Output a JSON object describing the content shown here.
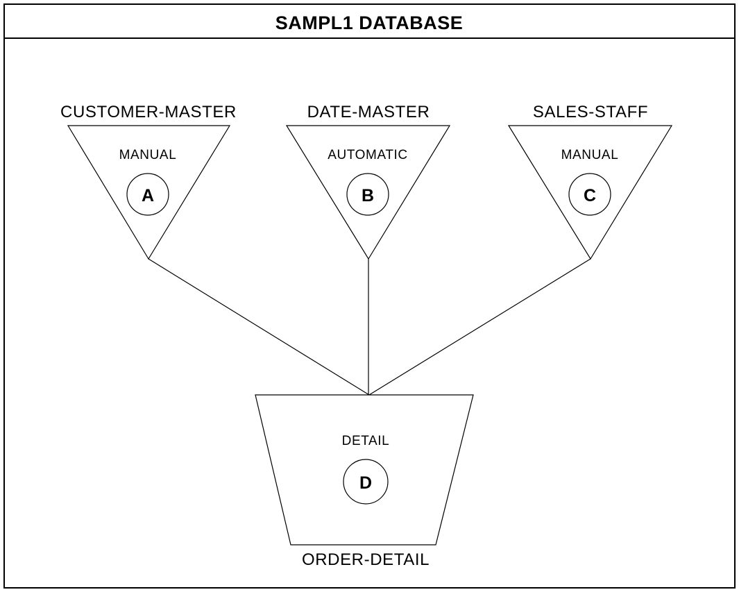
{
  "header": {
    "title": "SAMPL1 DATABASE"
  },
  "diagram": {
    "type": "database-schema",
    "shape_kinds": {
      "master": "inverted-triangle",
      "detail": "inverted-trapezoid"
    },
    "entities": [
      {
        "name": "CUSTOMER-MASTER",
        "mode": "MANUAL",
        "code": "A",
        "shape": "inverted-triangle",
        "role": "master"
      },
      {
        "name": "DATE-MASTER",
        "mode": "AUTOMATIC",
        "code": "B",
        "shape": "inverted-triangle",
        "role": "master"
      },
      {
        "name": "SALES-STAFF",
        "mode": "MANUAL",
        "code": "C",
        "shape": "inverted-triangle",
        "role": "master"
      },
      {
        "name": "ORDER-DETAIL",
        "mode": "DETAIL",
        "code": "D",
        "shape": "inverted-trapezoid",
        "role": "detail"
      }
    ],
    "links": [
      {
        "from": "A",
        "to": "D"
      },
      {
        "from": "B",
        "to": "D"
      },
      {
        "from": "C",
        "to": "D"
      }
    ],
    "colors": {
      "stroke": "#000000",
      "background": "#ffffff",
      "text": "#000000"
    }
  }
}
